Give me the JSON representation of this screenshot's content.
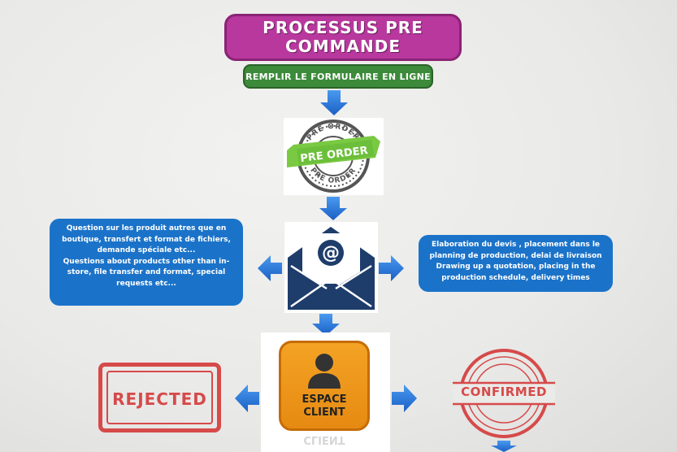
{
  "title": "PROCESSUS PRE COMMANDE",
  "step_fill_form": "REMPLIR LE FORMULAIRE EN LIGNE",
  "preorder_badge": {
    "ribbon": "PRE ORDER",
    "ring_top": "PRE ORDER",
    "ring_bottom": "PRE ORDER"
  },
  "email_symbol": "@",
  "left_info": [
    "Question sur les produit autres que en",
    "boutique, transfert et format de fichiers,",
    "demande spéciale etc...",
    "Questions about products other than in-",
    "store, file transfer and format, special",
    "requests etc..."
  ],
  "right_info": [
    "Elaboration du devis , placement dans le",
    "planning de production, delai de livraison",
    "Drawing up a quotation, placing in the",
    "production schedule, delivery times"
  ],
  "client": {
    "line1": "ESPACE",
    "line2": "CLIENT",
    "reflection": "CLIENT"
  },
  "rejected_stamp": "REJECTED",
  "confirmed_stamp": "CONFIRMED",
  "colors": {
    "title": "#b8389e",
    "green": "#3c8a3a",
    "info_blue": "#1b73c9",
    "arrow_blue": "#1f6fd6",
    "client_orange": "#f4a324",
    "stamp_red": "#d64a4a",
    "envelope_navy": "#1e3d6b",
    "ribbon_green": "#7ac943"
  }
}
